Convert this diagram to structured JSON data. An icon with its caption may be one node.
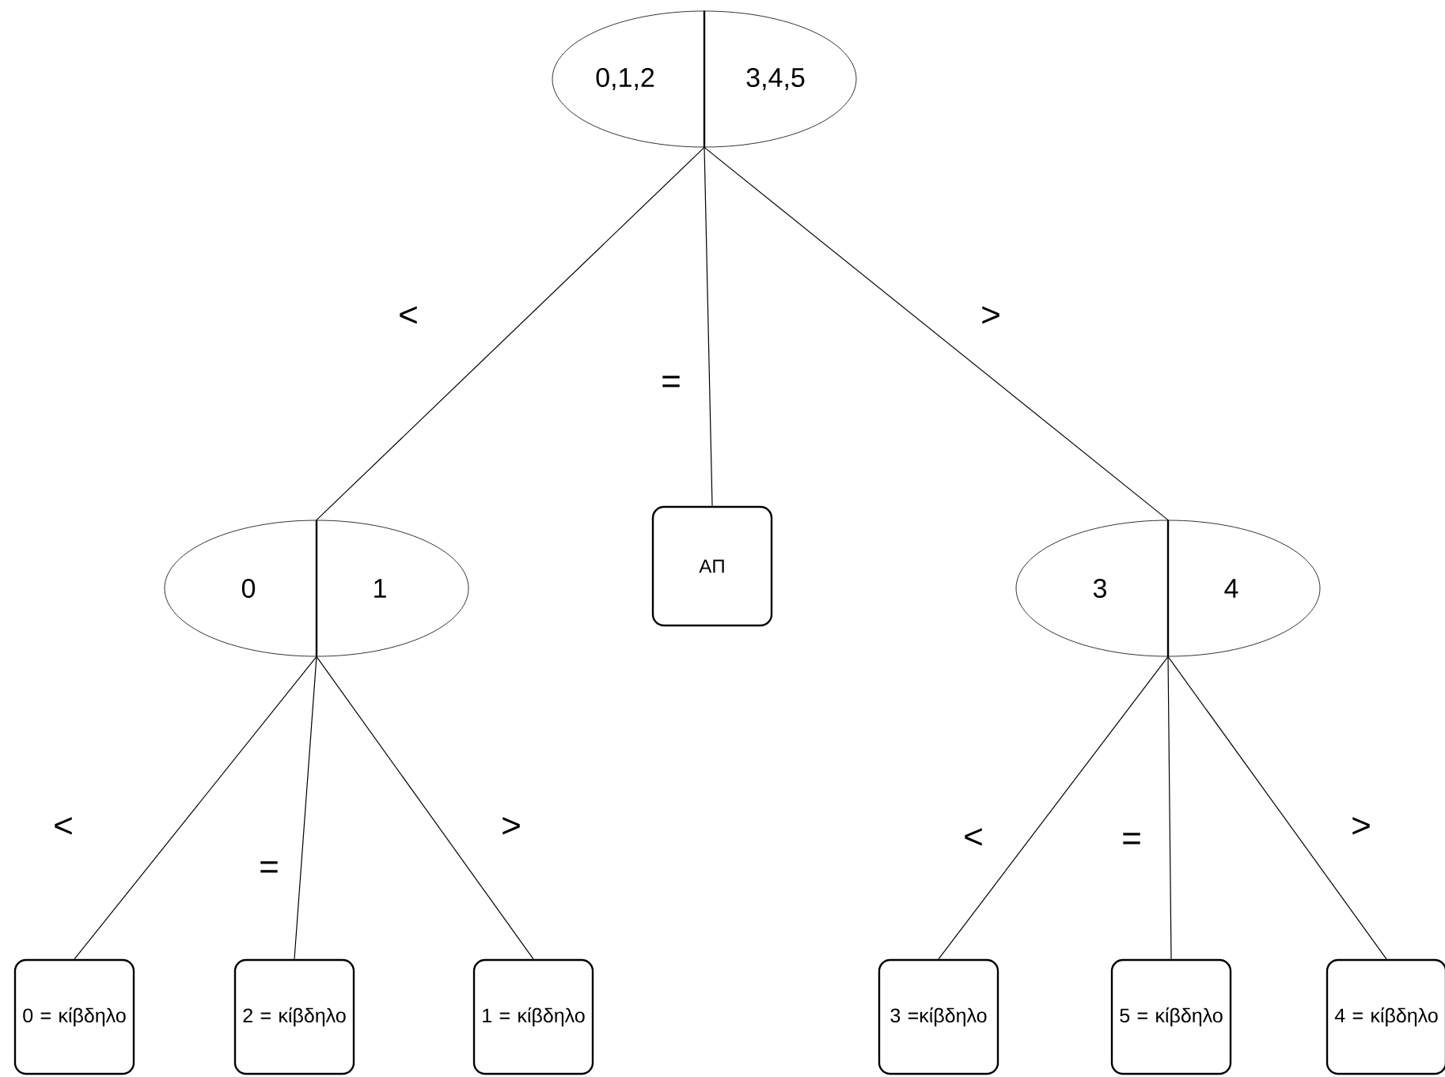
{
  "diagram": {
    "nodes": [
      {
        "text": [
          "0,1,2",
          "3,4,5"
        ]
      },
      {
        "text": [
          "0",
          "1"
        ]
      },
      {
        "text": [
          "ΑΠ"
        ]
      },
      {
        "text": [
          "3",
          "4"
        ]
      },
      {
        "text": [
          "0 = κίβδηλο"
        ]
      },
      {
        "text": [
          "2 = κίβδηλο"
        ]
      },
      {
        "text": [
          "1 = κίβδηλο"
        ]
      },
      {
        "text": [
          "3 =κίβδηλο"
        ]
      },
      {
        "text": [
          "5 = κίβδηλο"
        ]
      },
      {
        "text": [
          "4 = κίβδηλο"
        ]
      }
    ],
    "edges": [
      {
        "from": 0,
        "to": 1,
        "arrow": "none",
        "label": "<"
      },
      {
        "from": 0,
        "to": 2,
        "arrow": "none",
        "label": "="
      },
      {
        "from": 0,
        "to": 3,
        "arrow": "none",
        "label": ">"
      },
      {
        "from": 1,
        "to": 4,
        "arrow": "none",
        "label": "<"
      },
      {
        "from": 1,
        "to": 5,
        "arrow": "none",
        "label": "="
      },
      {
        "from": 1,
        "to": 6,
        "arrow": "none",
        "label": ">"
      },
      {
        "from": 3,
        "to": 7,
        "arrow": "none",
        "label": "<"
      },
      {
        "from": 3,
        "to": 8,
        "arrow": "none",
        "label": "="
      },
      {
        "from": 3,
        "to": 9,
        "arrow": "none",
        "label": ">"
      }
    ]
  }
}
